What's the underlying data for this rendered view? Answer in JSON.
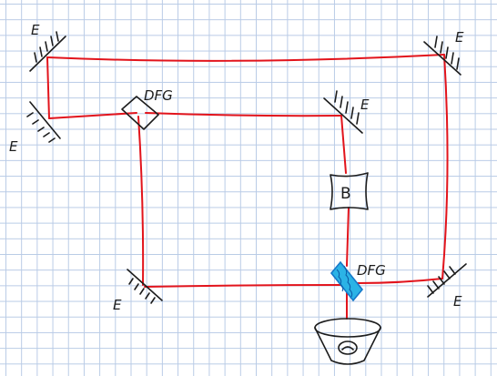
{
  "labels": {
    "mirror_top_left": "E",
    "mirror_left_lower": "E",
    "mirror_top_right": "E",
    "mirror_inner_right": "E",
    "mirror_bottom_left": "E",
    "mirror_bottom_right": "E",
    "dfg_upper": "DFG",
    "dfg_lower": "DFG",
    "box_b": "B"
  },
  "colors": {
    "beam": "#e2141c",
    "ink": "#1c1c1c",
    "grid": "#b9cbe6",
    "crystal_fill": "#2bb3e6",
    "crystal_stroke": "#1578c9"
  }
}
